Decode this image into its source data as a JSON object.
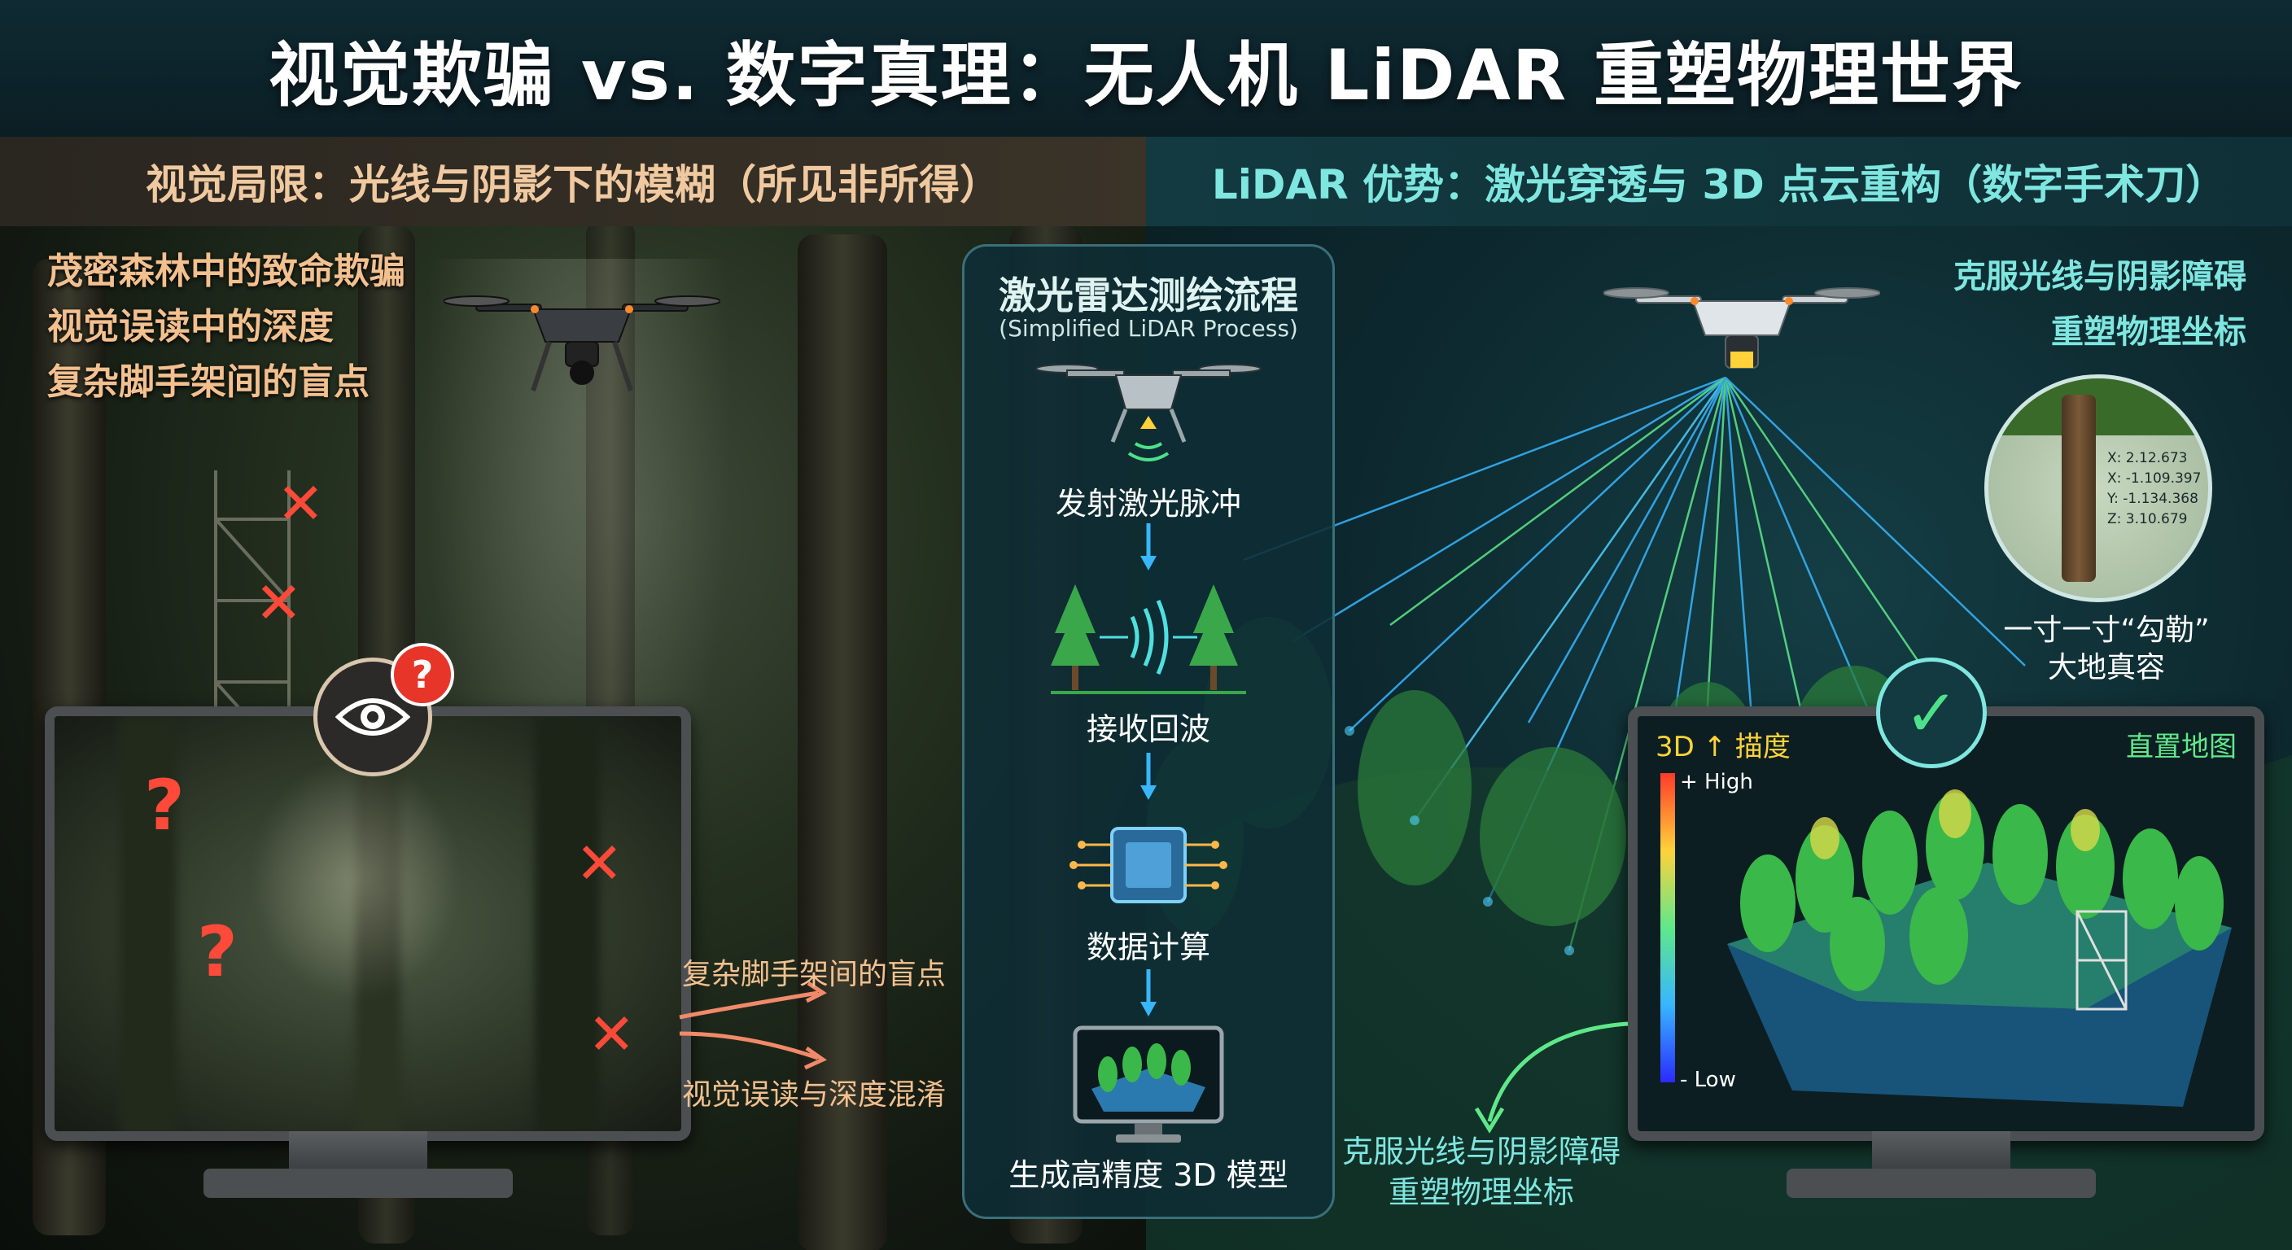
{
  "title": "视觉欺骗 vs. 数字真理：无人机 LiDAR 重塑物理世界",
  "left": {
    "header": "视觉局限：光线与阴影下的模糊（所见非所得）",
    "notes": [
      "茂密森林中的致命欺骗",
      "视觉误读中的深度",
      "复杂脚手架间的盲点"
    ],
    "callouts": [
      "复杂脚手架间的盲点",
      "视觉误读与深度混淆"
    ],
    "eye_badge": "?",
    "question_mark": "?",
    "cross_mark": "✕"
  },
  "flow": {
    "title": "激光雷达测绘流程",
    "subtitle": "(Simplified LiDAR Process)",
    "steps": [
      "发射激光脉冲",
      "接收回波",
      "数据计算",
      "生成高精度 3D 模型"
    ]
  },
  "right": {
    "header": "LiDAR 优势：激光穿透与 3D 点云重构（数字手术刀）",
    "top_note": [
      "克服光线与阴影障碍",
      "重塑物理坐标"
    ],
    "coords": [
      "X: 2.12.673",
      "X: -1.109.397",
      "Y: -1.134.368",
      "Z: 3.10.679"
    ],
    "inset_caption": [
      "一寸一寸“勾勒”",
      "大地真容"
    ],
    "monitor_label_left": "3D ↑ 描度",
    "monitor_label_right": "直置地图",
    "legend_high": "+ High",
    "legend_low": "- Low",
    "bottom_note": [
      "克服光线与阴影障碍",
      "重塑物理坐标"
    ],
    "check_mark": "✓"
  },
  "colors": {
    "warm_text": "#f3c08f",
    "cyan_text": "#7fe6e0",
    "error_red": "#ff4a3a",
    "check_green": "#4fe08a",
    "laser_blue": "#38b6ff",
    "laser_green": "#5fe88a"
  }
}
